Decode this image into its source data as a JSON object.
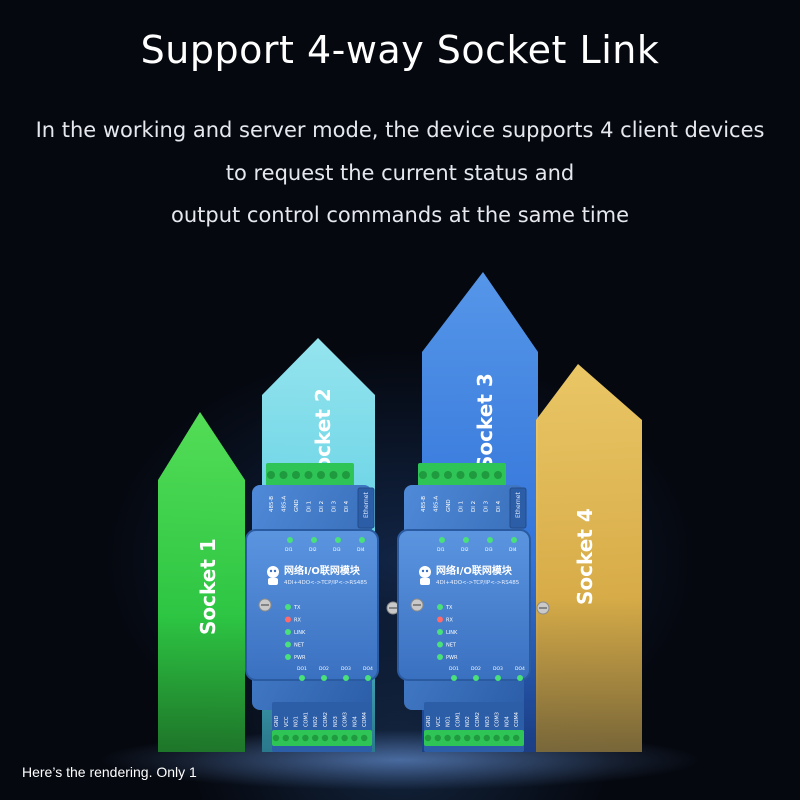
{
  "heading": {
    "title": "Support 4-way Socket Link",
    "description_lines": [
      "In the working and server mode, the device supports 4 client devices",
      "to request the current status and",
      "output control commands at the same time"
    ]
  },
  "sockets": [
    {
      "label": "Socket 1",
      "color": "#3fd84a"
    },
    {
      "label": "Socket 2",
      "color": "#7fe6f4"
    },
    {
      "label": "Socket 3",
      "color": "#3f86ee"
    },
    {
      "label": "Socket 4",
      "color": "#f2c24a"
    }
  ],
  "devices": [
    {
      "name": "网络I/O联网模块",
      "subtitle": "4DI+4DO<->TCP/IP<->RS485",
      "port_label": "Ethernet",
      "top_terminals": [
        "485-B",
        "485-A",
        "GND",
        "DI 1",
        "DI 2",
        "DI 3",
        "DI 4"
      ],
      "di_leds": [
        "DI1",
        "DI2",
        "DI3",
        "DI4"
      ],
      "status_leds": [
        "TX",
        "RX",
        "LINK",
        "NET",
        "PWR"
      ],
      "do_leds": [
        "DO1",
        "DO2",
        "DO3",
        "DO4"
      ],
      "bottom_terminals": [
        "GND",
        "VCC",
        "NO1",
        "COM1",
        "NO2",
        "COM2",
        "NO3",
        "COM3",
        "NO4",
        "COM4"
      ]
    },
    {
      "name": "网络I/O联网模块",
      "subtitle": "4DI+4DO<->TCP/IP<->RS485",
      "port_label": "Ethernet",
      "top_terminals": [
        "485-B",
        "485-A",
        "GND",
        "DI 1",
        "DI 2",
        "DI 3",
        "DI 4"
      ],
      "di_leds": [
        "DI1",
        "DI2",
        "DI3",
        "DI4"
      ],
      "status_leds": [
        "TX",
        "RX",
        "LINK",
        "NET",
        "PWR"
      ],
      "do_leds": [
        "DO1",
        "DO2",
        "DO3",
        "DO4"
      ],
      "bottom_terminals": [
        "GND",
        "VCC",
        "NO1",
        "COM1",
        "NO2",
        "COM2",
        "NO3",
        "COM3",
        "NO4",
        "COM4"
      ]
    }
  ],
  "caption": "Here’s the rendering. Only 1",
  "colors": {
    "background": "#05080f",
    "device_body": "#3b74c6",
    "terminal_green": "#2fc456",
    "led_green": "#4ae07a",
    "led_red": "#ff6a6a"
  },
  "icons": {
    "robot_logo": "robot-icon",
    "screw": "screw-icon"
  }
}
